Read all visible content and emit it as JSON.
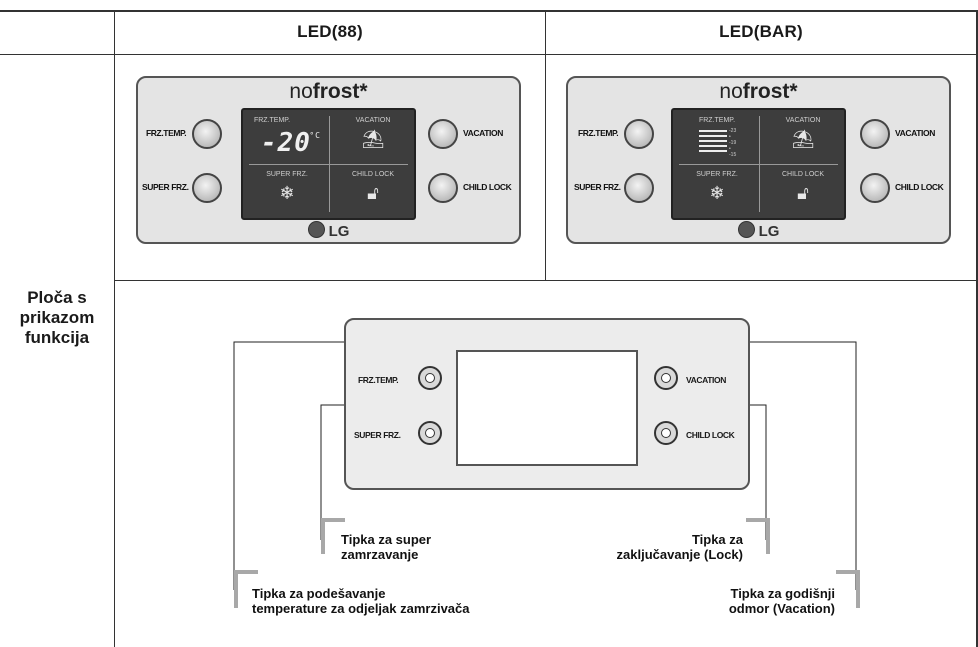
{
  "table": {
    "col_header_88": "LED(88)",
    "col_header_bar": "LED(BAR)",
    "row_label": [
      "Ploča s",
      "prikazom",
      "funkcija"
    ]
  },
  "panel": {
    "brand_prefix": "no",
    "brand_bold": "frost*",
    "frz_temp_label": "FRZ.TEMP.",
    "vacation_label": "VACATION",
    "super_frz_label": "SUPER FRZ.",
    "child_lock_label": "CHILD LOCK",
    "btn_frz_temp": "FRZ.TEMP.",
    "btn_super_frz": "SUPER FRZ.",
    "btn_vacation": "VACATION",
    "btn_child_lock": "CHILD LOCK",
    "temperature_value": "-20",
    "temperature_unit": "°C",
    "bar_scale": [
      "-23",
      "•",
      "-19",
      "•",
      "-15"
    ],
    "logo_text": "LG"
  },
  "diagram": {
    "btn_frz_temp": "FRZ.TEMP.",
    "btn_super_frz": "SUPER FRZ.",
    "btn_vacation": "VACATION",
    "btn_child_lock": "CHILD LOCK",
    "callout_super": [
      "Tipka za super",
      "zamrzavanje"
    ],
    "callout_lock": [
      "Tipka za",
      "zaključavanje (Lock)"
    ],
    "callout_temp": [
      "Tipka za podešavanje",
      "temperature za odjeljak zamrzivača"
    ],
    "callout_vacation": [
      "Tipka za godišnji",
      "odmor (Vacation)"
    ]
  }
}
